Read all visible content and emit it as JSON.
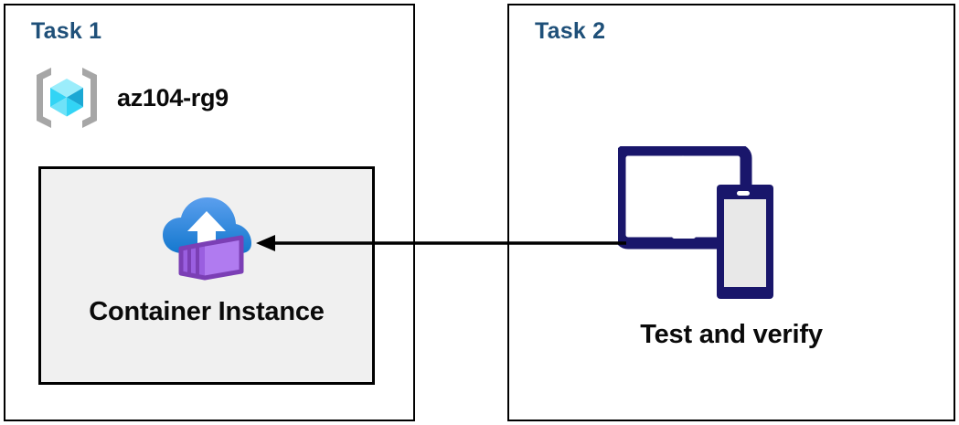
{
  "diagram": {
    "background_color": "#ffffff",
    "heading_color": "#1F5079",
    "panels": [
      {
        "id": "task1",
        "title": "Task 1",
        "resource_group": {
          "icon": "azure-resource-group-icon",
          "label": "az104-rg9"
        },
        "resource": {
          "icon": "azure-container-instance-icon",
          "label": "Container Instance",
          "box_fill": "#f0f0f0",
          "box_border": "#000000"
        }
      },
      {
        "id": "task2",
        "title": "Task 2",
        "device": {
          "icon": "tablet-and-phone-icon",
          "label": "Test and verify",
          "color": "#19166B"
        }
      }
    ],
    "connector": {
      "name": "arrow-task2-to-container-instance",
      "direction": "left",
      "color": "#000000",
      "from": "Test and verify",
      "to": "Container Instance"
    },
    "icon_colors": {
      "resource_group_bracket": "#a6a6a6",
      "resource_group_cube_light": "#9BEDFB",
      "resource_group_cube_mid": "#32D4F5",
      "resource_group_cube_dark": "#1BA8D4",
      "cloud_top": "#5197E8",
      "cloud_bottom": "#1B84D4",
      "container_face": "#B07BF0",
      "container_side": "#9A5FE0",
      "container_edge": "#7B3FB5",
      "device_navy": "#19166B",
      "phone_screen": "#e8e8e8"
    }
  }
}
